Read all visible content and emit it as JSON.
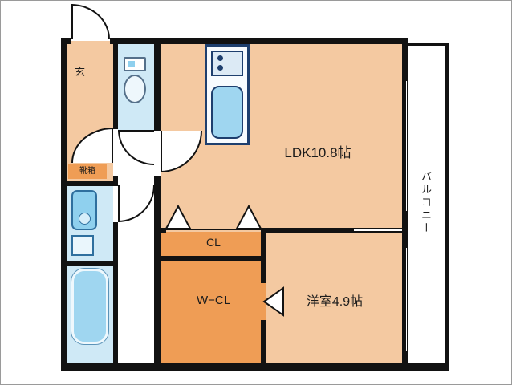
{
  "floorplan": {
    "type": "apartment-floor-plan",
    "rooms": {
      "genkan": {
        "label": "玄"
      },
      "shoebox": {
        "label": "靴箱"
      },
      "ldk": {
        "label": "LDK10.8帖"
      },
      "closet": {
        "label": "CL"
      },
      "walk_in_closet": {
        "label": "W−CL"
      },
      "western_room": {
        "label": "洋室4.9帖"
      },
      "balcony": {
        "label": "バルコニー"
      }
    },
    "colors": {
      "room_peach": "#f4c9a1",
      "closet_orange": "#ef9d55",
      "water_blue": "#cfe9f6",
      "fixture_blue": "#9fd6f0",
      "kitchen_navy": "#1e3f6e",
      "wall_black": "#121212"
    }
  }
}
